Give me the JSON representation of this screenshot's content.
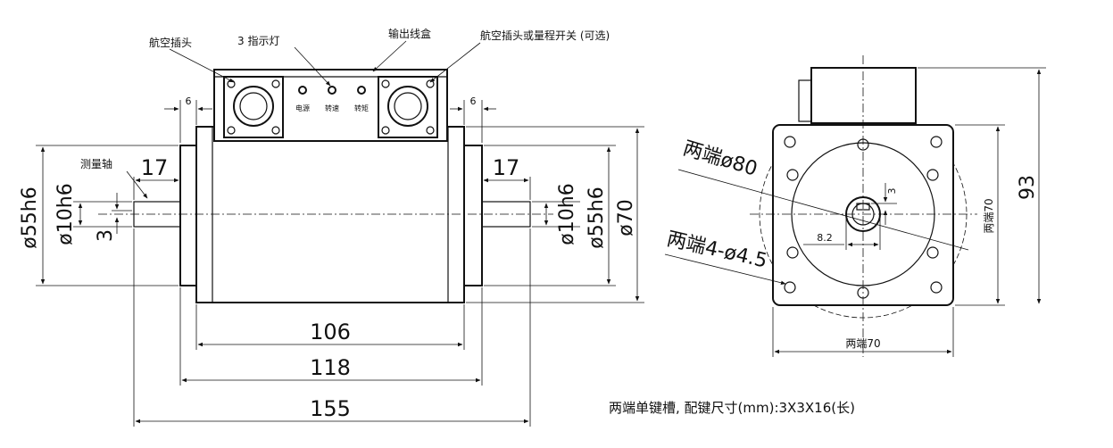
{
  "labels": {
    "connector_left": "航空插头",
    "indicator_lights": "3 指示灯",
    "output_box": "输出线盒",
    "connector_right": "航空插头或量程开关 (可选)",
    "measuring_shaft": "测量轴",
    "led_power": "电源",
    "led_speed": "转速",
    "led_torque": "转矩"
  },
  "dimensions": {
    "gap_left": "6",
    "gap_right": "6",
    "shaft_len_left": "17",
    "shaft_len_right": "17",
    "d55_left": "ø55h6",
    "d10_left": "ø10h6",
    "key_depth_left": "3",
    "d10_right": "ø10h6",
    "d55_right": "ø55h6",
    "d70_right": "ø70",
    "len_106": "106",
    "len_118": "118",
    "len_155": "155",
    "end_d80": "两端ø80",
    "end_holes": "两端4-ø4.5",
    "end_key_3": "3",
    "end_key_8_2": "8.2",
    "end_square_v": "两端70",
    "end_height": "93",
    "end_square_h": "两端70"
  },
  "note": "两端单键槽, 配键尺寸(mm):3X3X16(长)"
}
